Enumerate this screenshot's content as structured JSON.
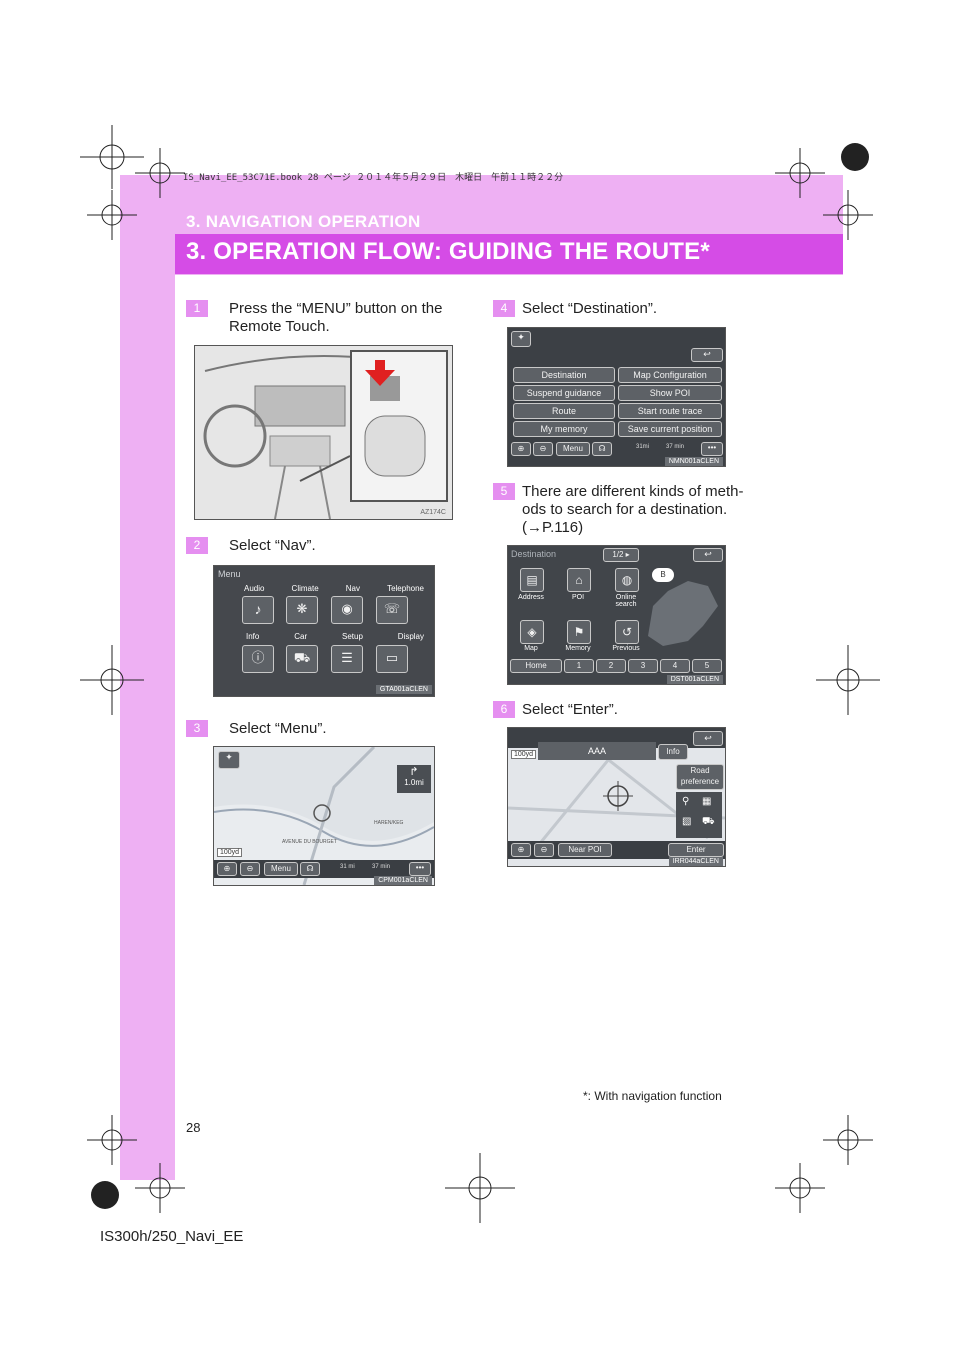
{
  "header": {
    "section": "3. NAVIGATION OPERATION",
    "title": "3. OPERATION FLOW: GUIDING THE ROUTE*",
    "book_meta": "IS_Navi_EE_53C71E.book  28 ページ  ２０１４年５月２９日　木曜日　午前１１時２２分"
  },
  "steps": [
    {
      "num": "1",
      "text_line1": "Press the “MENU” button on the",
      "text_line2": "Remote Touch.",
      "caption": "AZ174C"
    },
    {
      "num": "2",
      "text_line1": "Select “Nav”.",
      "caption": "GTA001aCLEN"
    },
    {
      "num": "3",
      "text_line1": "Select “Menu”.",
      "caption": "CPM001aCLEN"
    },
    {
      "num": "4",
      "text_line1": "Select “Destination”.",
      "caption": "NMN001aCLEN"
    },
    {
      "num": "5",
      "text_line1": "There are different kinds of meth-",
      "text_line2": "ods to search for a destination.",
      "text_line3": "(→P.116)",
      "caption": "DST001aCLEN"
    },
    {
      "num": "6",
      "text_line1": "Select “Enter”.",
      "caption": "IRR044aCLEN"
    }
  ],
  "screen2": {
    "title": "Menu",
    "row1": [
      "Audio",
      "Climate",
      "Nav",
      "Telephone"
    ],
    "row2": [
      "Info",
      "Car",
      "Setup",
      "Display"
    ]
  },
  "screen3": {
    "distance": "1.0mi",
    "place": "AVENUE DU BOURGET",
    "place2": "HAREN/KEG",
    "scale": "100yd",
    "menu": "Menu",
    "eta_dist": "31 mi",
    "eta_time": "37 min"
  },
  "screen4": {
    "left_items": [
      "Destination",
      "Suspend guidance",
      "Route",
      "My memory"
    ],
    "right_items": [
      "Map Configuration",
      "Show POI",
      "Start route trace",
      "Save current position"
    ],
    "menu": "Menu",
    "eta_dist": "31mi",
    "eta_time": "37 min"
  },
  "screen5": {
    "title": "Destination",
    "page": "1/2",
    "row1": [
      "Address",
      "POI",
      "Online search"
    ],
    "row2": [
      "Map",
      "Memory",
      "Previous"
    ],
    "bottom": [
      "Home",
      "1",
      "2",
      "3",
      "4",
      "5"
    ],
    "badge": "B"
  },
  "screen6": {
    "scale": "100yd",
    "name": "AAA",
    "info": "Info",
    "road_pref": "Road preference",
    "near_poi": "Near POI",
    "enter": "Enter"
  },
  "footnote": "*: With navigation function",
  "page_number": "28",
  "footer": "IS300h/250_Navi_EE"
}
